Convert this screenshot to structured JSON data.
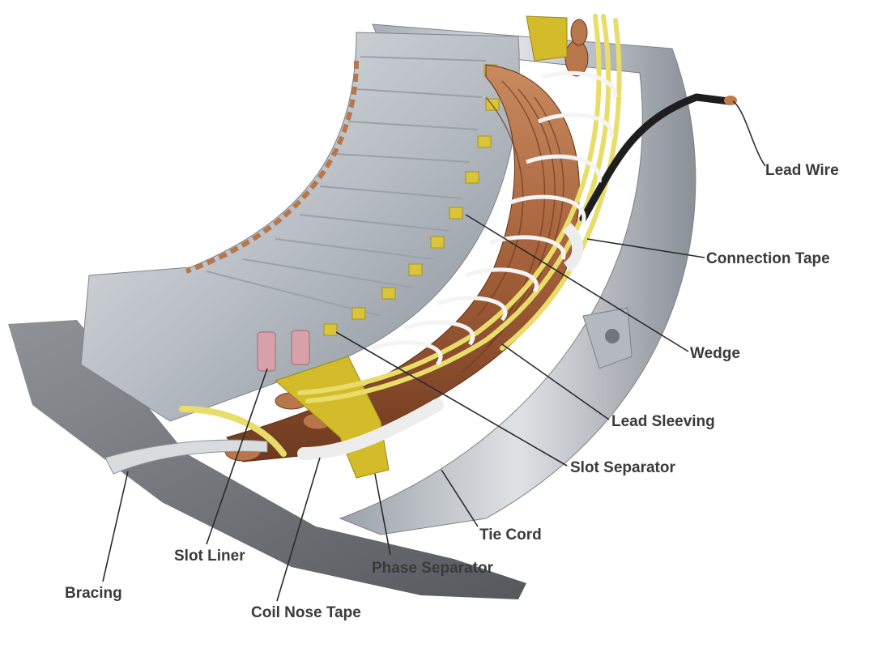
{
  "labels": {
    "lead_wire": "Lead Wire",
    "connection_tape": "Connection Tape",
    "wedge": "Wedge",
    "lead_sleeving": "Lead Sleeving",
    "slot_separator": "Slot Separator",
    "tie_cord": "Tie Cord",
    "phase_separator": "Phase Separator",
    "slot_liner": "Slot Liner",
    "bracing": "Bracing",
    "coil_nose_tape": "Coil Nose Tape"
  },
  "colors": {
    "copper": "#a4603a",
    "copper_light": "#c98a5e",
    "steel": "#c4c9cf",
    "steel_dark": "#8e959d",
    "yellow_insulation": "#d9c43a",
    "tie_cord": "#f2f2f2",
    "slot_liner": "#d8a0a8"
  }
}
